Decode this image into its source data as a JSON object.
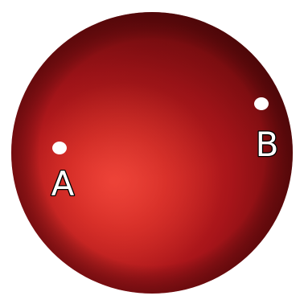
{
  "scene": {
    "object": "red sphere",
    "sphere_color": "#b8191a",
    "highlight_color": "#e83a32",
    "shadow_color": "#6a0b0c",
    "background_color": "#ffffff",
    "marker_color": "#ffffff"
  },
  "points": [
    {
      "label": "A"
    },
    {
      "label": "B"
    }
  ]
}
